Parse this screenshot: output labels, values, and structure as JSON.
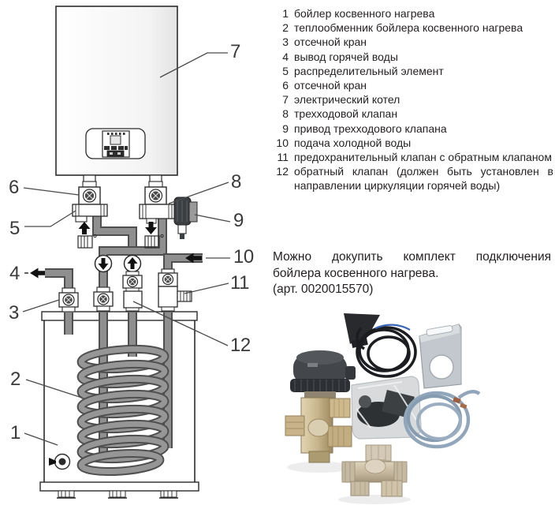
{
  "legend": {
    "items": [
      {
        "num": "1",
        "text": "бойлер косвенного нагрева"
      },
      {
        "num": "2",
        "text": "теплообменник бойлера косвенного нагрева"
      },
      {
        "num": "3",
        "text": "отсечной кран"
      },
      {
        "num": "4",
        "text": "вывод горячей воды"
      },
      {
        "num": "5",
        "text": "распределительный элемент"
      },
      {
        "num": "6",
        "text": "отсечной кран"
      },
      {
        "num": "7",
        "text": "электрический котел"
      },
      {
        "num": "8",
        "text": "трехходовой клапан"
      },
      {
        "num": "9",
        "text": "привод трехходового клапана"
      },
      {
        "num": "10",
        "text": "подача холодной воды"
      },
      {
        "num": "11",
        "text": "предохранительный клапан с обратным клапаном"
      },
      {
        "num": "12",
        "text": "обратный клапан (должен быть установлен в направлении циркуляции горячей воды)"
      }
    ]
  },
  "note": {
    "text": "Можно докупить комплект подключения бойлера косвенного нагрева.",
    "art": "(арт. 0020015570)"
  },
  "diagram": {
    "callouts": [
      {
        "num": "1"
      },
      {
        "num": "2"
      },
      {
        "num": "3"
      },
      {
        "num": "4"
      },
      {
        "num": "5"
      },
      {
        "num": "6"
      },
      {
        "num": "7"
      },
      {
        "num": "8"
      },
      {
        "num": "9"
      },
      {
        "num": "10"
      },
      {
        "num": "11"
      },
      {
        "num": "12"
      }
    ],
    "icons": {
      "flow_up_arrow": "▲",
      "flow_down_arrow": "▼",
      "flow_left_arrow": "◄",
      "radiator_degree_mark": "°"
    }
  },
  "colors": {
    "line": "#2b2b2b",
    "pipe_gray": "#8f8f8f",
    "pipe_outline": "#4f4f4f",
    "callout_label": "#3a3a3a",
    "text": "#231f20",
    "brass": "#c9b68f",
    "actuator_dark": "#43474b",
    "cable_gray_blue": "#91a6ba"
  }
}
